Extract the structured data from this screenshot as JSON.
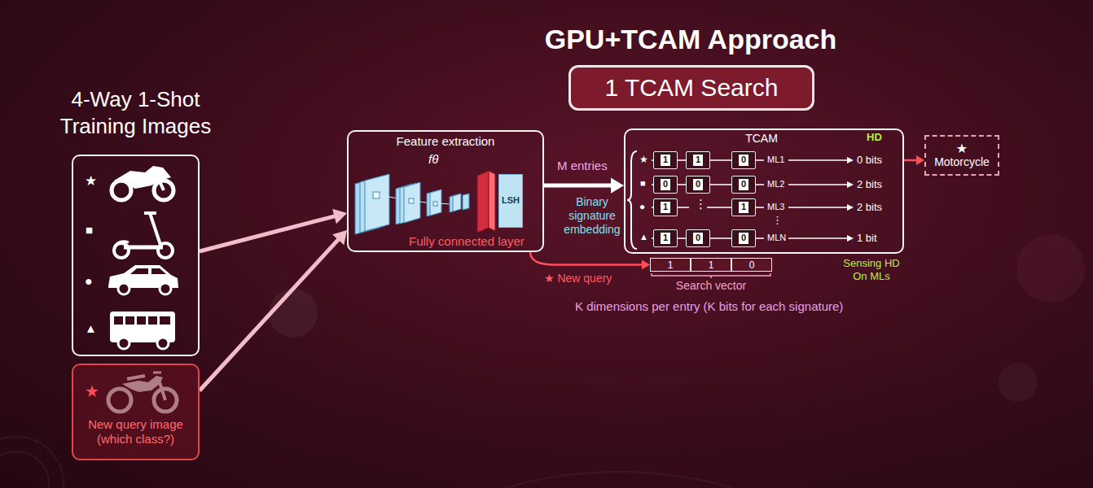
{
  "diagram": {
    "title": "GPU+TCAM Approach",
    "nodes": [
      {
        "text": [
          "1 TCAM Search"
        ]
      },
      {
        "text": [
          "4-Way 1-Shot Training Images"
        ]
      },
      {
        "text": [
          "★",
          "New query image (which class?)"
        ]
      },
      {
        "text": [
          "Feature extraction",
          "fθ",
          "Fully connected layer"
        ]
      },
      {
        "text": [
          "LSH"
        ],
        "in": 3
      },
      {
        "text": [
          "TCAM"
        ]
      },
      {
        "text": [
          "1"
        ],
        "in": 5
      },
      {
        "text": [
          "1"
        ],
        "in": 5
      },
      {
        "text": [
          "0"
        ],
        "in": 5
      },
      {
        "text": [
          "0"
        ],
        "in": 5
      },
      {
        "text": [
          "0"
        ],
        "in": 5
      },
      {
        "text": [
          "0"
        ],
        "in": 5
      },
      {
        "text": [
          "1"
        ],
        "in": 5
      },
      {
        "text": [
          "1"
        ],
        "in": 5
      },
      {
        "text": [
          "1"
        ],
        "in": 5
      },
      {
        "text": [
          "0"
        ],
        "in": 5
      },
      {
        "text": [
          "0"
        ],
        "in": 5
      },
      {
        "text": [
          "★",
          "Motorcycle"
        ]
      },
      {
        "text": [
          "Search vector"
        ]
      },
      {
        "text": [
          "1"
        ],
        "in": 18
      },
      {
        "text": [
          "1"
        ],
        "in": 18
      },
      {
        "text": [
          "0"
        ],
        "in": 18
      }
    ],
    "edges": [
      {
        "from": 1,
        "to": 3,
        "arrow": "to"
      },
      {
        "from": 2,
        "to": 3,
        "arrow": "to"
      },
      {
        "from": 3,
        "to": 5,
        "label": "M entries",
        "arrow": "to"
      },
      {
        "from": 3,
        "to": 18,
        "label": "★ New query",
        "arrow": "to"
      },
      {
        "from": 5,
        "to": 17,
        "arrow": "to"
      }
    ],
    "labels": [
      "★",
      "■",
      "●",
      "▲",
      "Binary signature embedding",
      "★",
      "■",
      "●",
      "▲",
      "⋮",
      "ML1",
      "ML2",
      "ML3",
      "⋮",
      "MLN",
      "HD",
      "0 bits",
      "2 bits",
      "2 bits",
      "1 bit",
      "Sensing HD On MLs",
      "K dimensions per entry (K bits for each signature)"
    ]
  }
}
